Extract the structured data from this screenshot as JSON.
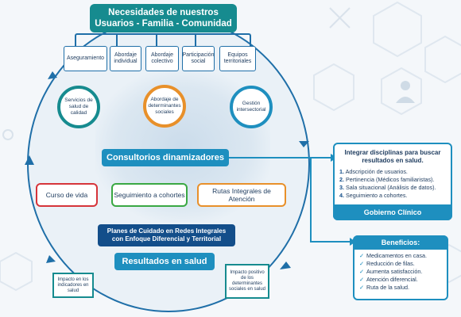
{
  "header": {
    "title_line1": "Necesidades de nuestros",
    "title_line2": "Usuarios - Familia - Comunidad"
  },
  "top_boxes": [
    {
      "label": "Aseguramiento"
    },
    {
      "label": "Abordaje individual"
    },
    {
      "label": "Abordaje colectivo"
    },
    {
      "label": "Participación social"
    },
    {
      "label": "Equipos territoriales"
    }
  ],
  "rings": [
    {
      "label": "Servicios de salud de calidad",
      "color": "#168b8f"
    },
    {
      "label": "Abordaje de determinantes sociales",
      "color": "#e8902a"
    },
    {
      "label": "Gestión intersectorial",
      "color": "#1e8fbf"
    }
  ],
  "consultorios": {
    "label": "Consultorios dinamizadores"
  },
  "routes": [
    {
      "label": "Curso de vida",
      "color": "#d6343a"
    },
    {
      "label": "Seguimiento a cohortes",
      "color": "#3aa843"
    },
    {
      "label": "Rutas Integrales de Atención",
      "color": "#e8902a"
    }
  ],
  "planes": {
    "line1": "Planes de Cuidado en Redes Integrales",
    "line2": "con Enfoque Diferencial y Territorial"
  },
  "resultados": {
    "label": "Resultados en salud"
  },
  "impact_left": {
    "label": "Impacto en los indicadores en salud"
  },
  "impact_right": {
    "label": "Impacto positivo de los determinantes sociales en salud"
  },
  "gobierno": {
    "title": "Integrar disciplinas para buscar resultados en salud.",
    "items": [
      {
        "num": "1.",
        "text": "Adscripción de usuarios."
      },
      {
        "num": "2.",
        "text": "Pertinencia (Médicos familiaristas)."
      },
      {
        "num": "3.",
        "text": "Sala situacional (Análisis de datos)."
      },
      {
        "num": "4.",
        "text": "Seguimiento a cohortes."
      }
    ],
    "footer": "Gobierno Clínico"
  },
  "beneficios": {
    "title": "Beneficios:",
    "items": [
      {
        "text": "Medicamentos en casa."
      },
      {
        "text": "Reducción de filas."
      },
      {
        "text": "Aumenta satisfacción."
      },
      {
        "text": "Atención diferencial."
      },
      {
        "text": "Ruta de la salud."
      }
    ]
  },
  "colors": {
    "primary": "#1f6fa8",
    "teal": "#168b8f",
    "accent": "#1e8fbf",
    "navy": "#134e8a"
  }
}
